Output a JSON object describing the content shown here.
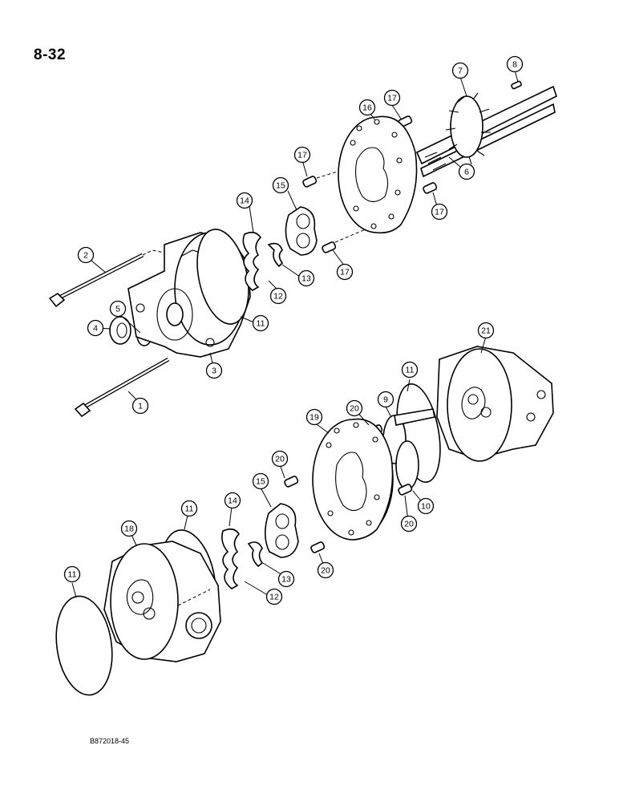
{
  "page": {
    "number": "8-32",
    "figure_code": "B872018-45"
  },
  "callouts": [
    {
      "id": "c7",
      "label": "7"
    },
    {
      "id": "c8",
      "label": "8"
    },
    {
      "id": "c17a",
      "label": "17"
    },
    {
      "id": "c16",
      "label": "16"
    },
    {
      "id": "c17b",
      "label": "17"
    },
    {
      "id": "c6",
      "label": "6"
    },
    {
      "id": "c15a",
      "label": "15"
    },
    {
      "id": "c14a",
      "label": "14"
    },
    {
      "id": "c17c",
      "label": "17"
    },
    {
      "id": "c17d",
      "label": "17"
    },
    {
      "id": "c2",
      "label": "2"
    },
    {
      "id": "c13a",
      "label": "13"
    },
    {
      "id": "c12a",
      "label": "12"
    },
    {
      "id": "c5",
      "label": "5"
    },
    {
      "id": "c4",
      "label": "4"
    },
    {
      "id": "c11a",
      "label": "11"
    },
    {
      "id": "c3",
      "label": "3"
    },
    {
      "id": "c21",
      "label": "21"
    },
    {
      "id": "c1",
      "label": "1"
    },
    {
      "id": "c11b",
      "label": "11"
    },
    {
      "id": "c9",
      "label": "9"
    },
    {
      "id": "c20a",
      "label": "20"
    },
    {
      "id": "c19",
      "label": "19"
    },
    {
      "id": "c20b",
      "label": "20"
    },
    {
      "id": "c15b",
      "label": "15"
    },
    {
      "id": "c10",
      "label": "10"
    },
    {
      "id": "c20c",
      "label": "20"
    },
    {
      "id": "c11c",
      "label": "11"
    },
    {
      "id": "c14b",
      "label": "14"
    },
    {
      "id": "c18",
      "label": "18"
    },
    {
      "id": "c20d",
      "label": "20"
    },
    {
      "id": "c13b",
      "label": "13"
    },
    {
      "id": "c11d",
      "label": "11"
    },
    {
      "id": "c12b",
      "label": "12"
    }
  ]
}
